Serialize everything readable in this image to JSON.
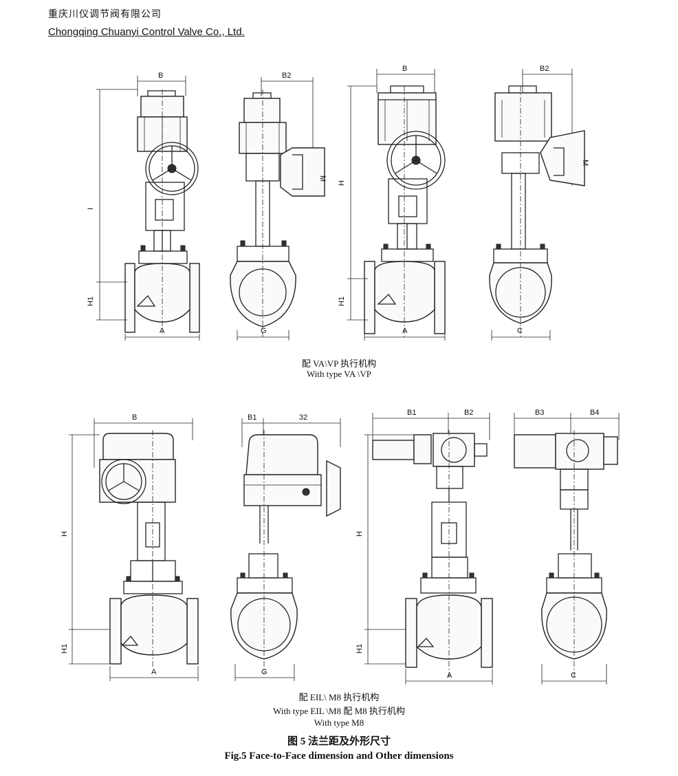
{
  "header": {
    "company_cn": "重庆川仪调节阀有限公司",
    "company_en": "Chongqing Chuanyi Control Valve Co., Ltd."
  },
  "captions": {
    "top_cn": "配 VA\\VP 执行机构",
    "top_en": "With type VA \\VP",
    "bottom_line1": "配 EIL\\ M8 执行机构",
    "bottom_line2": "With type EIL \\M8 配 M8 执行机构",
    "bottom_line3": "With type M8",
    "fig_cn": "图 5  法兰距及外形尺寸",
    "fig_en": "Fig.5 Face-to-Face dimension and Other dimensions"
  },
  "dimension_labels": {
    "A": "A",
    "B": "B",
    "B1": "B1",
    "B2": "B2",
    "B3": "B3",
    "B4": "B4",
    "B2_alt": "32",
    "C": "C",
    "C_alt": "G",
    "H": "H",
    "H_alt": "I",
    "H1": "H1",
    "M": "M"
  }
}
